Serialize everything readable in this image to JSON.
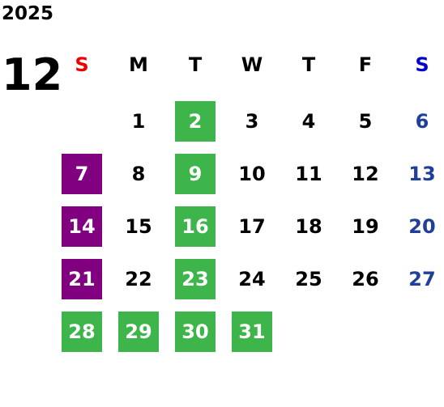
{
  "header": {
    "year": "2025",
    "month": "12"
  },
  "weekdays": [
    {
      "label": "S",
      "color": "#ee0000"
    },
    {
      "label": "M",
      "color": "#000000"
    },
    {
      "label": "T",
      "color": "#000000"
    },
    {
      "label": "W",
      "color": "#000000"
    },
    {
      "label": "T",
      "color": "#000000"
    },
    {
      "label": "F",
      "color": "#000000"
    },
    {
      "label": "S",
      "color": "#0000cc"
    }
  ],
  "colors": {
    "green_highlight": "#3db54a",
    "purple_highlight": "#800080",
    "highlight_text": "#ffffff",
    "weekday_text": "#000000",
    "saturday_text": "#1f3f99"
  },
  "days": [
    {
      "day": "1",
      "weekday": 1
    },
    {
      "day": "2",
      "weekday": 2,
      "highlight": "green"
    },
    {
      "day": "3",
      "weekday": 3
    },
    {
      "day": "4",
      "weekday": 4
    },
    {
      "day": "5",
      "weekday": 5
    },
    {
      "day": "6",
      "weekday": 6
    },
    {
      "day": "7",
      "weekday": 0,
      "highlight": "purple"
    },
    {
      "day": "8",
      "weekday": 1
    },
    {
      "day": "9",
      "weekday": 2,
      "highlight": "green"
    },
    {
      "day": "10",
      "weekday": 3
    },
    {
      "day": "11",
      "weekday": 4
    },
    {
      "day": "12",
      "weekday": 5
    },
    {
      "day": "13",
      "weekday": 6
    },
    {
      "day": "14",
      "weekday": 0,
      "highlight": "purple"
    },
    {
      "day": "15",
      "weekday": 1
    },
    {
      "day": "16",
      "weekday": 2,
      "highlight": "green"
    },
    {
      "day": "17",
      "weekday": 3
    },
    {
      "day": "18",
      "weekday": 4
    },
    {
      "day": "19",
      "weekday": 5
    },
    {
      "day": "20",
      "weekday": 6
    },
    {
      "day": "21",
      "weekday": 0,
      "highlight": "purple"
    },
    {
      "day": "22",
      "weekday": 1
    },
    {
      "day": "23",
      "weekday": 2,
      "highlight": "green"
    },
    {
      "day": "24",
      "weekday": 3
    },
    {
      "day": "25",
      "weekday": 4
    },
    {
      "day": "26",
      "weekday": 5
    },
    {
      "day": "27",
      "weekday": 6
    },
    {
      "day": "28",
      "weekday": 0,
      "highlight": "green"
    },
    {
      "day": "29",
      "weekday": 1,
      "highlight": "green"
    },
    {
      "day": "30",
      "weekday": 2,
      "highlight": "green"
    },
    {
      "day": "31",
      "weekday": 3,
      "highlight": "green"
    }
  ]
}
